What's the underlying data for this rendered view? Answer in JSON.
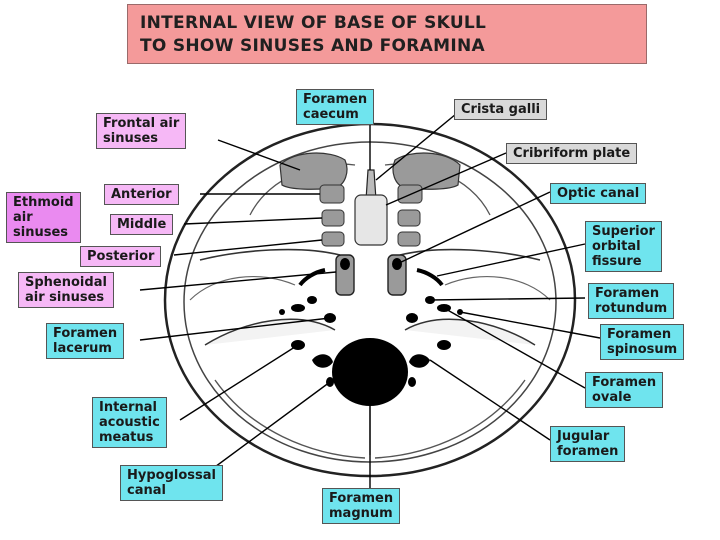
{
  "title": {
    "line1": "INTERNAL VIEW OF BASE OF SKULL",
    "line2": "TO SHOW SINUSES AND FORAMINA"
  },
  "labels": {
    "foramen_caecum": [
      "Foramen",
      "caecum"
    ],
    "crista_galli": [
      "Crista galli"
    ],
    "frontal_air_sinuses": [
      "Frontal air",
      "sinuses"
    ],
    "cribriform_plate": [
      "Cribriform plate"
    ],
    "ethmoid_air_sinuses": [
      "Ethmoid",
      "air",
      "sinuses"
    ],
    "anterior": [
      "Anterior"
    ],
    "middle": [
      "Middle"
    ],
    "posterior": [
      "Posterior"
    ],
    "optic_canal": [
      "Optic canal"
    ],
    "superior_orbital_fissure": [
      "Superior",
      "orbital",
      "fissure"
    ],
    "sphenoidal_air_sinuses": [
      "Sphenoidal",
      "air sinuses"
    ],
    "foramen_rotundum": [
      "Foramen",
      "rotundum"
    ],
    "foramen_lacerum": [
      "Foramen",
      "lacerum"
    ],
    "foramen_spinosum": [
      "Foramen",
      "spinosum"
    ],
    "foramen_ovale": [
      "Foramen",
      "ovale"
    ],
    "internal_acoustic_meatus": [
      "Internal",
      "acoustic",
      "meatus"
    ],
    "jugular_foramen": [
      "Jugular",
      "foramen"
    ],
    "hypoglossal_canal": [
      "Hypoglossal",
      "canal"
    ],
    "foramen_magnum": [
      "Foramen",
      "magnum"
    ]
  },
  "colors": {
    "title_bg": "#f49a9a",
    "foramen_label": "#6fe4ee",
    "sinus_label": "#f6b8f6",
    "ethmoid_label": "#ea8af0",
    "bone_label": "#d9d9d9",
    "sinus_fill": "#9a9a9a",
    "foramen_fill": "#000000"
  }
}
